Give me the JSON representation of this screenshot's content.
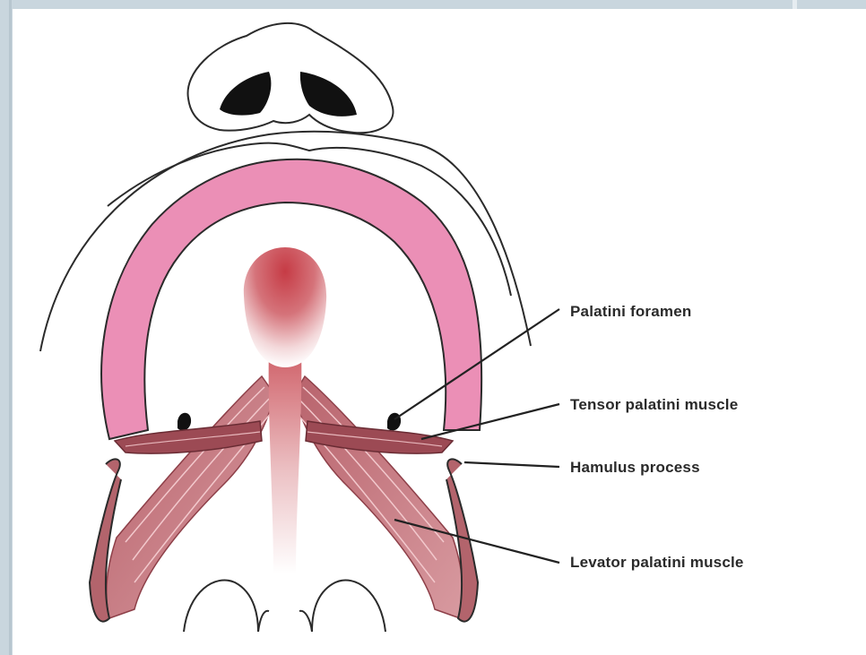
{
  "diagram": {
    "labels": {
      "palatini_foramen": "Palatini foramen",
      "tensor_palatini_muscle": "Tensor palatini muscle",
      "hamulus_process": "Hamulus process",
      "levator_palatini_muscle": "Levator palatini muscle"
    },
    "colors": {
      "frame": "#c9d6de",
      "gum_arch": "#eb8fb6",
      "uvula": "#c84a52",
      "muscle": "#a9555e",
      "outline": "#2b2b2b",
      "label_text": "#2a2a2a"
    }
  }
}
